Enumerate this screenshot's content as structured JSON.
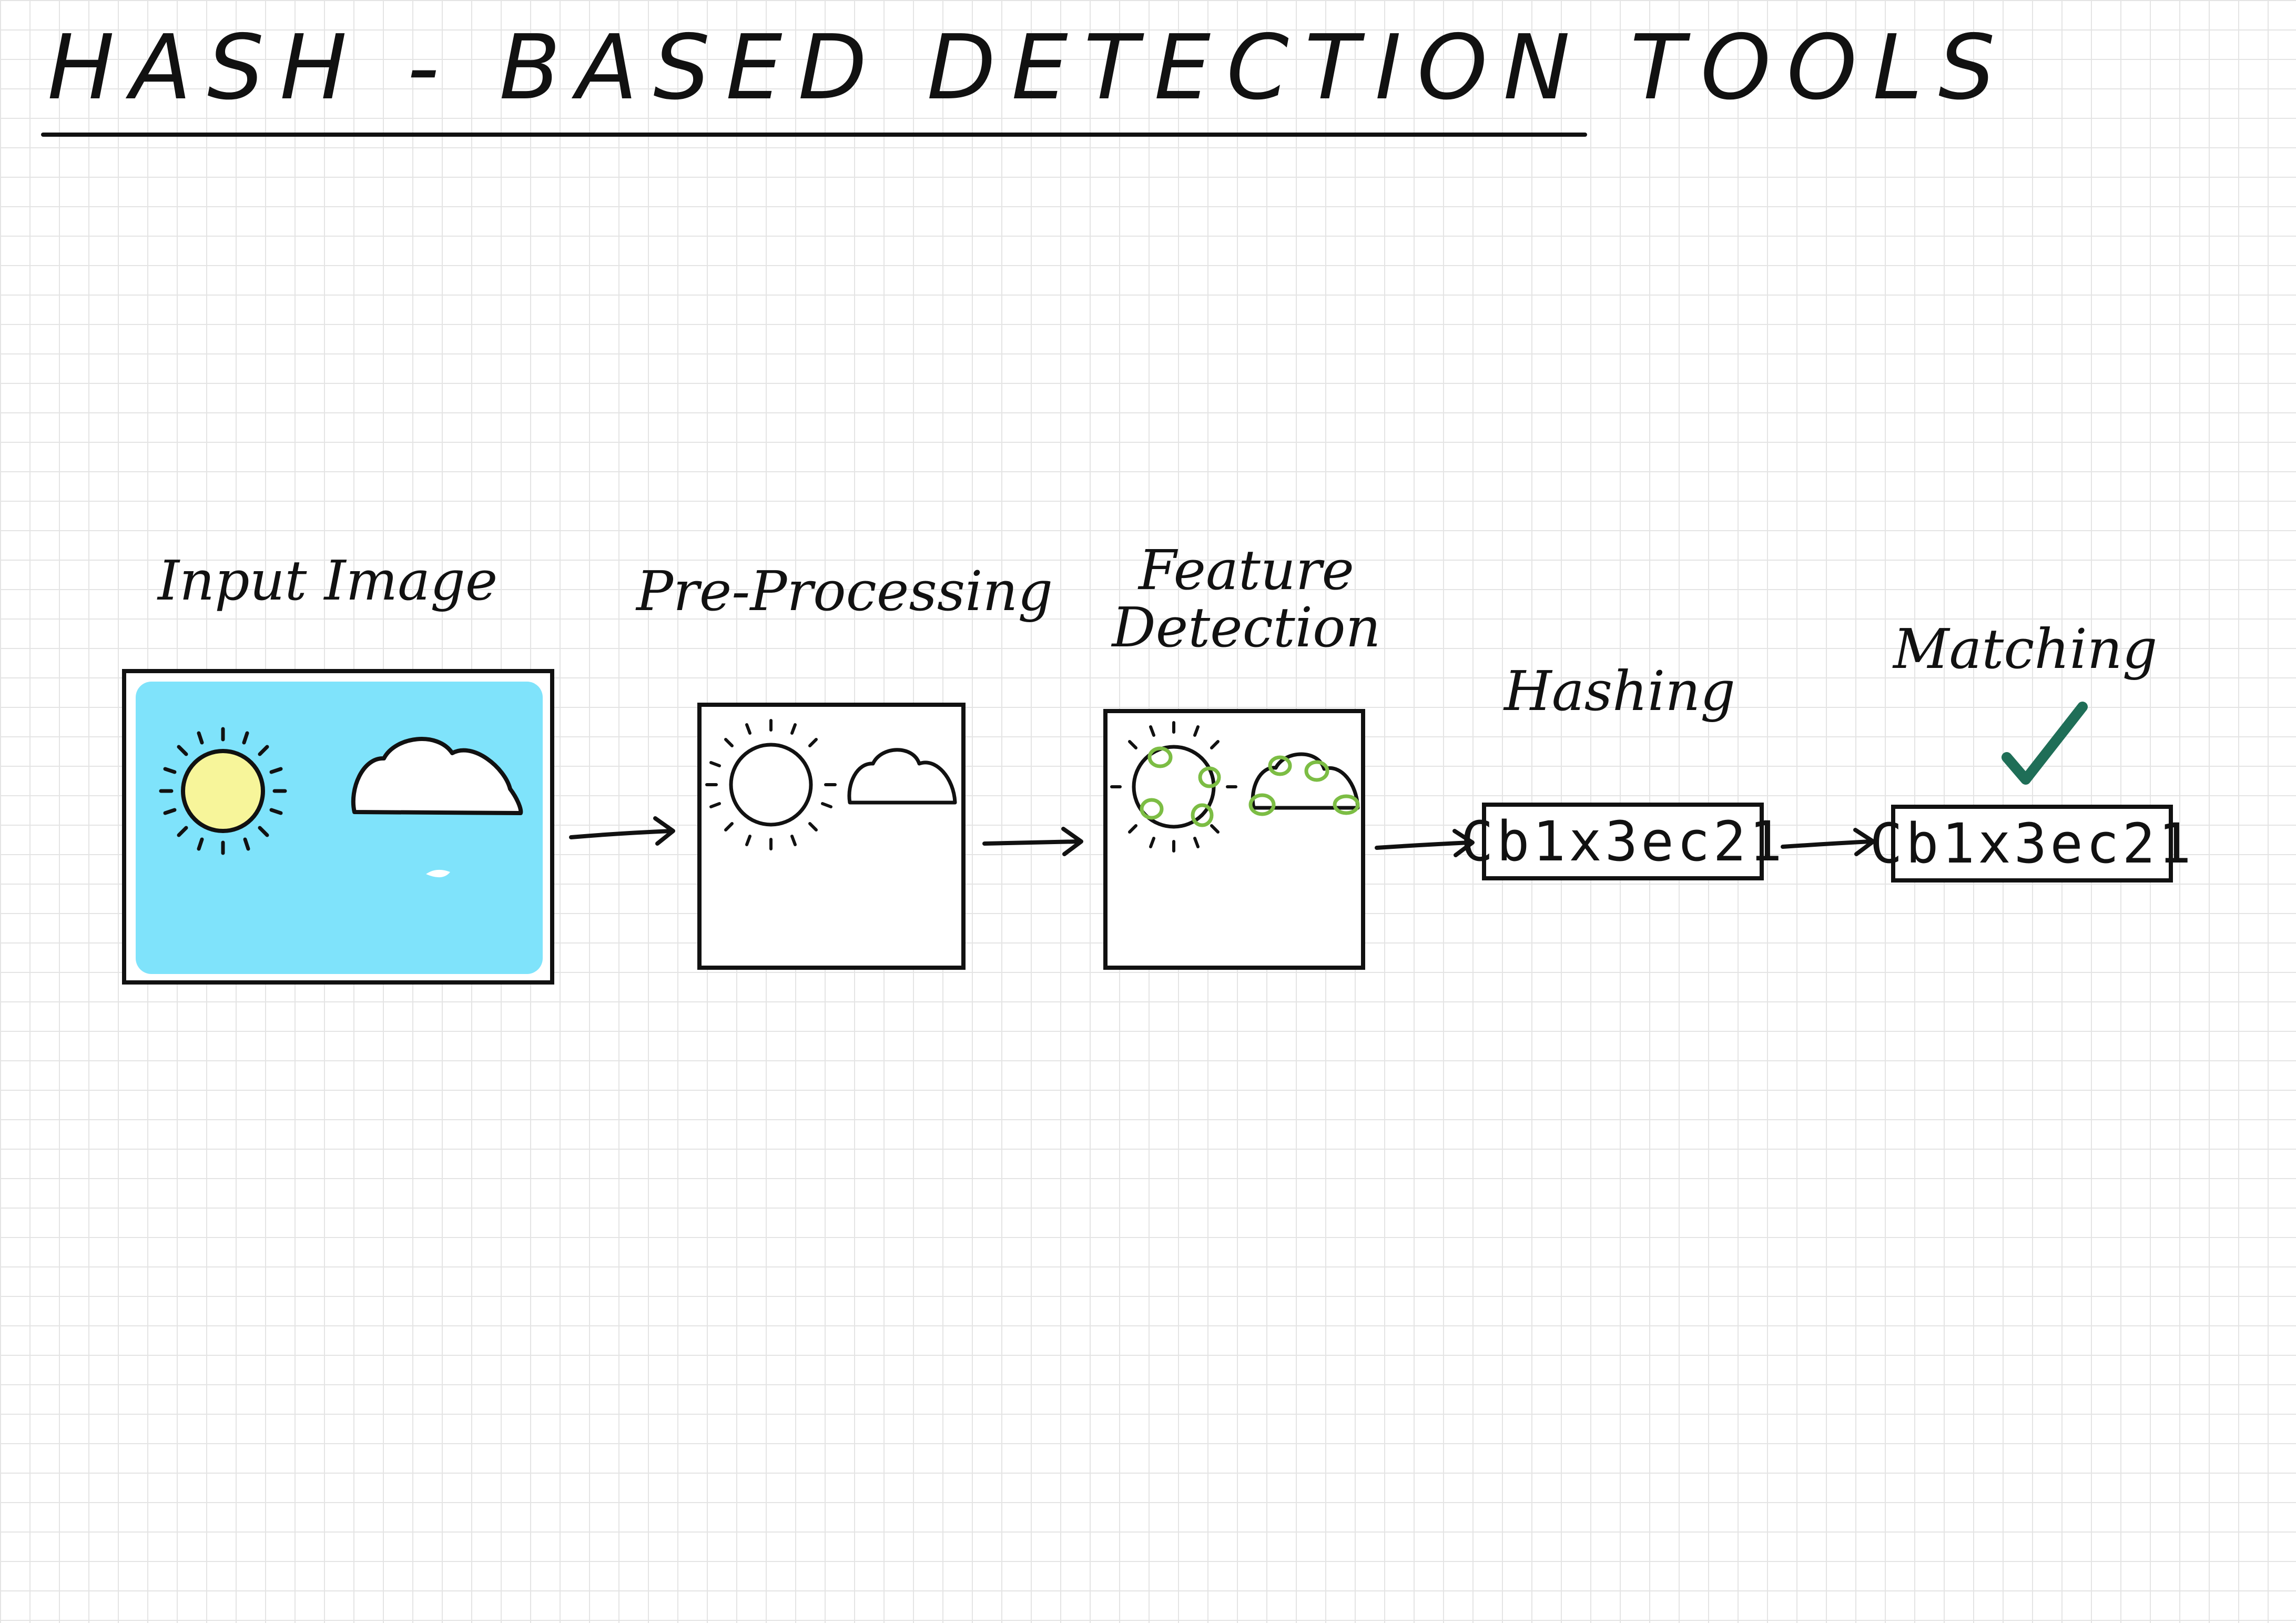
{
  "title": "HASH - BASED DETECTION TOOLS",
  "stages": [
    {
      "label": "Input Image"
    },
    {
      "label": "Pre-Processing"
    },
    {
      "label": "Feature Detection"
    },
    {
      "label": "Hashing"
    },
    {
      "label": "Matching"
    }
  ],
  "hash_value": "Cb1x3ec21",
  "matched_hash_value": "Cb1x3ec21",
  "colors": {
    "sky": "#7fe3fb",
    "sun": "#f7f59a",
    "feature_marker": "#7cbd44",
    "check": "#1f6e57",
    "ink": "#111111"
  },
  "icons": [
    "sun-icon",
    "cloud-icon",
    "feature-point-icon",
    "arrow-right-icon",
    "checkmark-icon"
  ]
}
